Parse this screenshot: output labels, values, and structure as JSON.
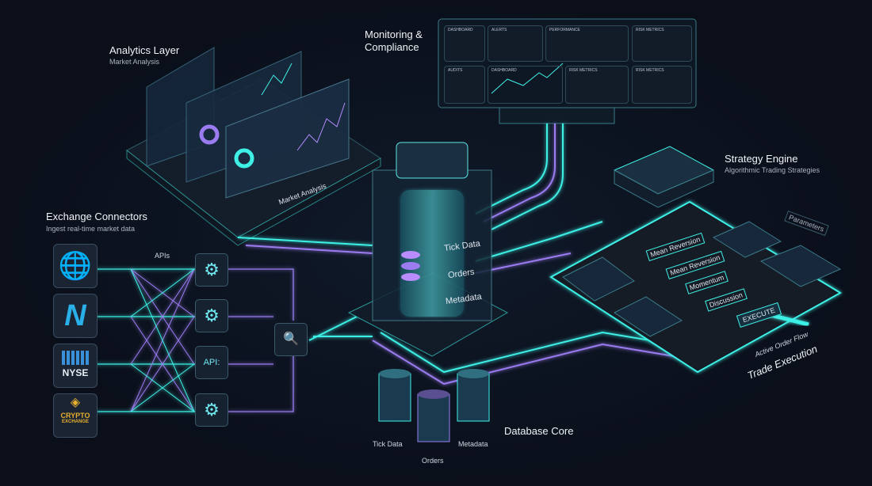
{
  "analytics": {
    "title": "Analytics Layer",
    "subtitle": "Market Analysis",
    "platform_label": "Market Analysis"
  },
  "monitoring": {
    "title": "Monitoring & Compliance",
    "panels": [
      "DASHBOARD",
      "ALERTS",
      "PERFORMANCE",
      "RISK METRICS",
      "AUDITS",
      "DASHBOARD",
      "RISK METRICS",
      "RISK METRICS"
    ]
  },
  "connectors": {
    "title": "Exchange Connectors",
    "subtitle": "Ingest real-time market data",
    "apis_label": "APIs",
    "exchanges": [
      {
        "icon": "globe-icon"
      },
      {
        "icon": "nasdaq-logo-icon"
      },
      {
        "label": "NYSE"
      },
      {
        "label": "CRYPTO",
        "sublabel": "EXCHANGE"
      }
    ],
    "api_badge": "API:"
  },
  "database": {
    "title": "Database Core",
    "cylinder_labels": [
      "Tick Data",
      "Orders",
      "Metadata"
    ],
    "stores": [
      "Tick Data",
      "Orders",
      "Metadata"
    ]
  },
  "strategy": {
    "title": "Strategy Engine",
    "subtitle": "Algorithmic Trading Strategies",
    "parameters": "Parameters",
    "steps": [
      "Mean Reversion",
      "Mean Reversion",
      "Momentum",
      "Discussion"
    ],
    "execute": "EXECUTE"
  },
  "execution": {
    "title": "Trade Execution",
    "flow_label": "Active Order Flow"
  },
  "colors": {
    "cyan": "#3ef0e6",
    "purple": "#9a7cf0",
    "background": "#0a0f1a"
  }
}
